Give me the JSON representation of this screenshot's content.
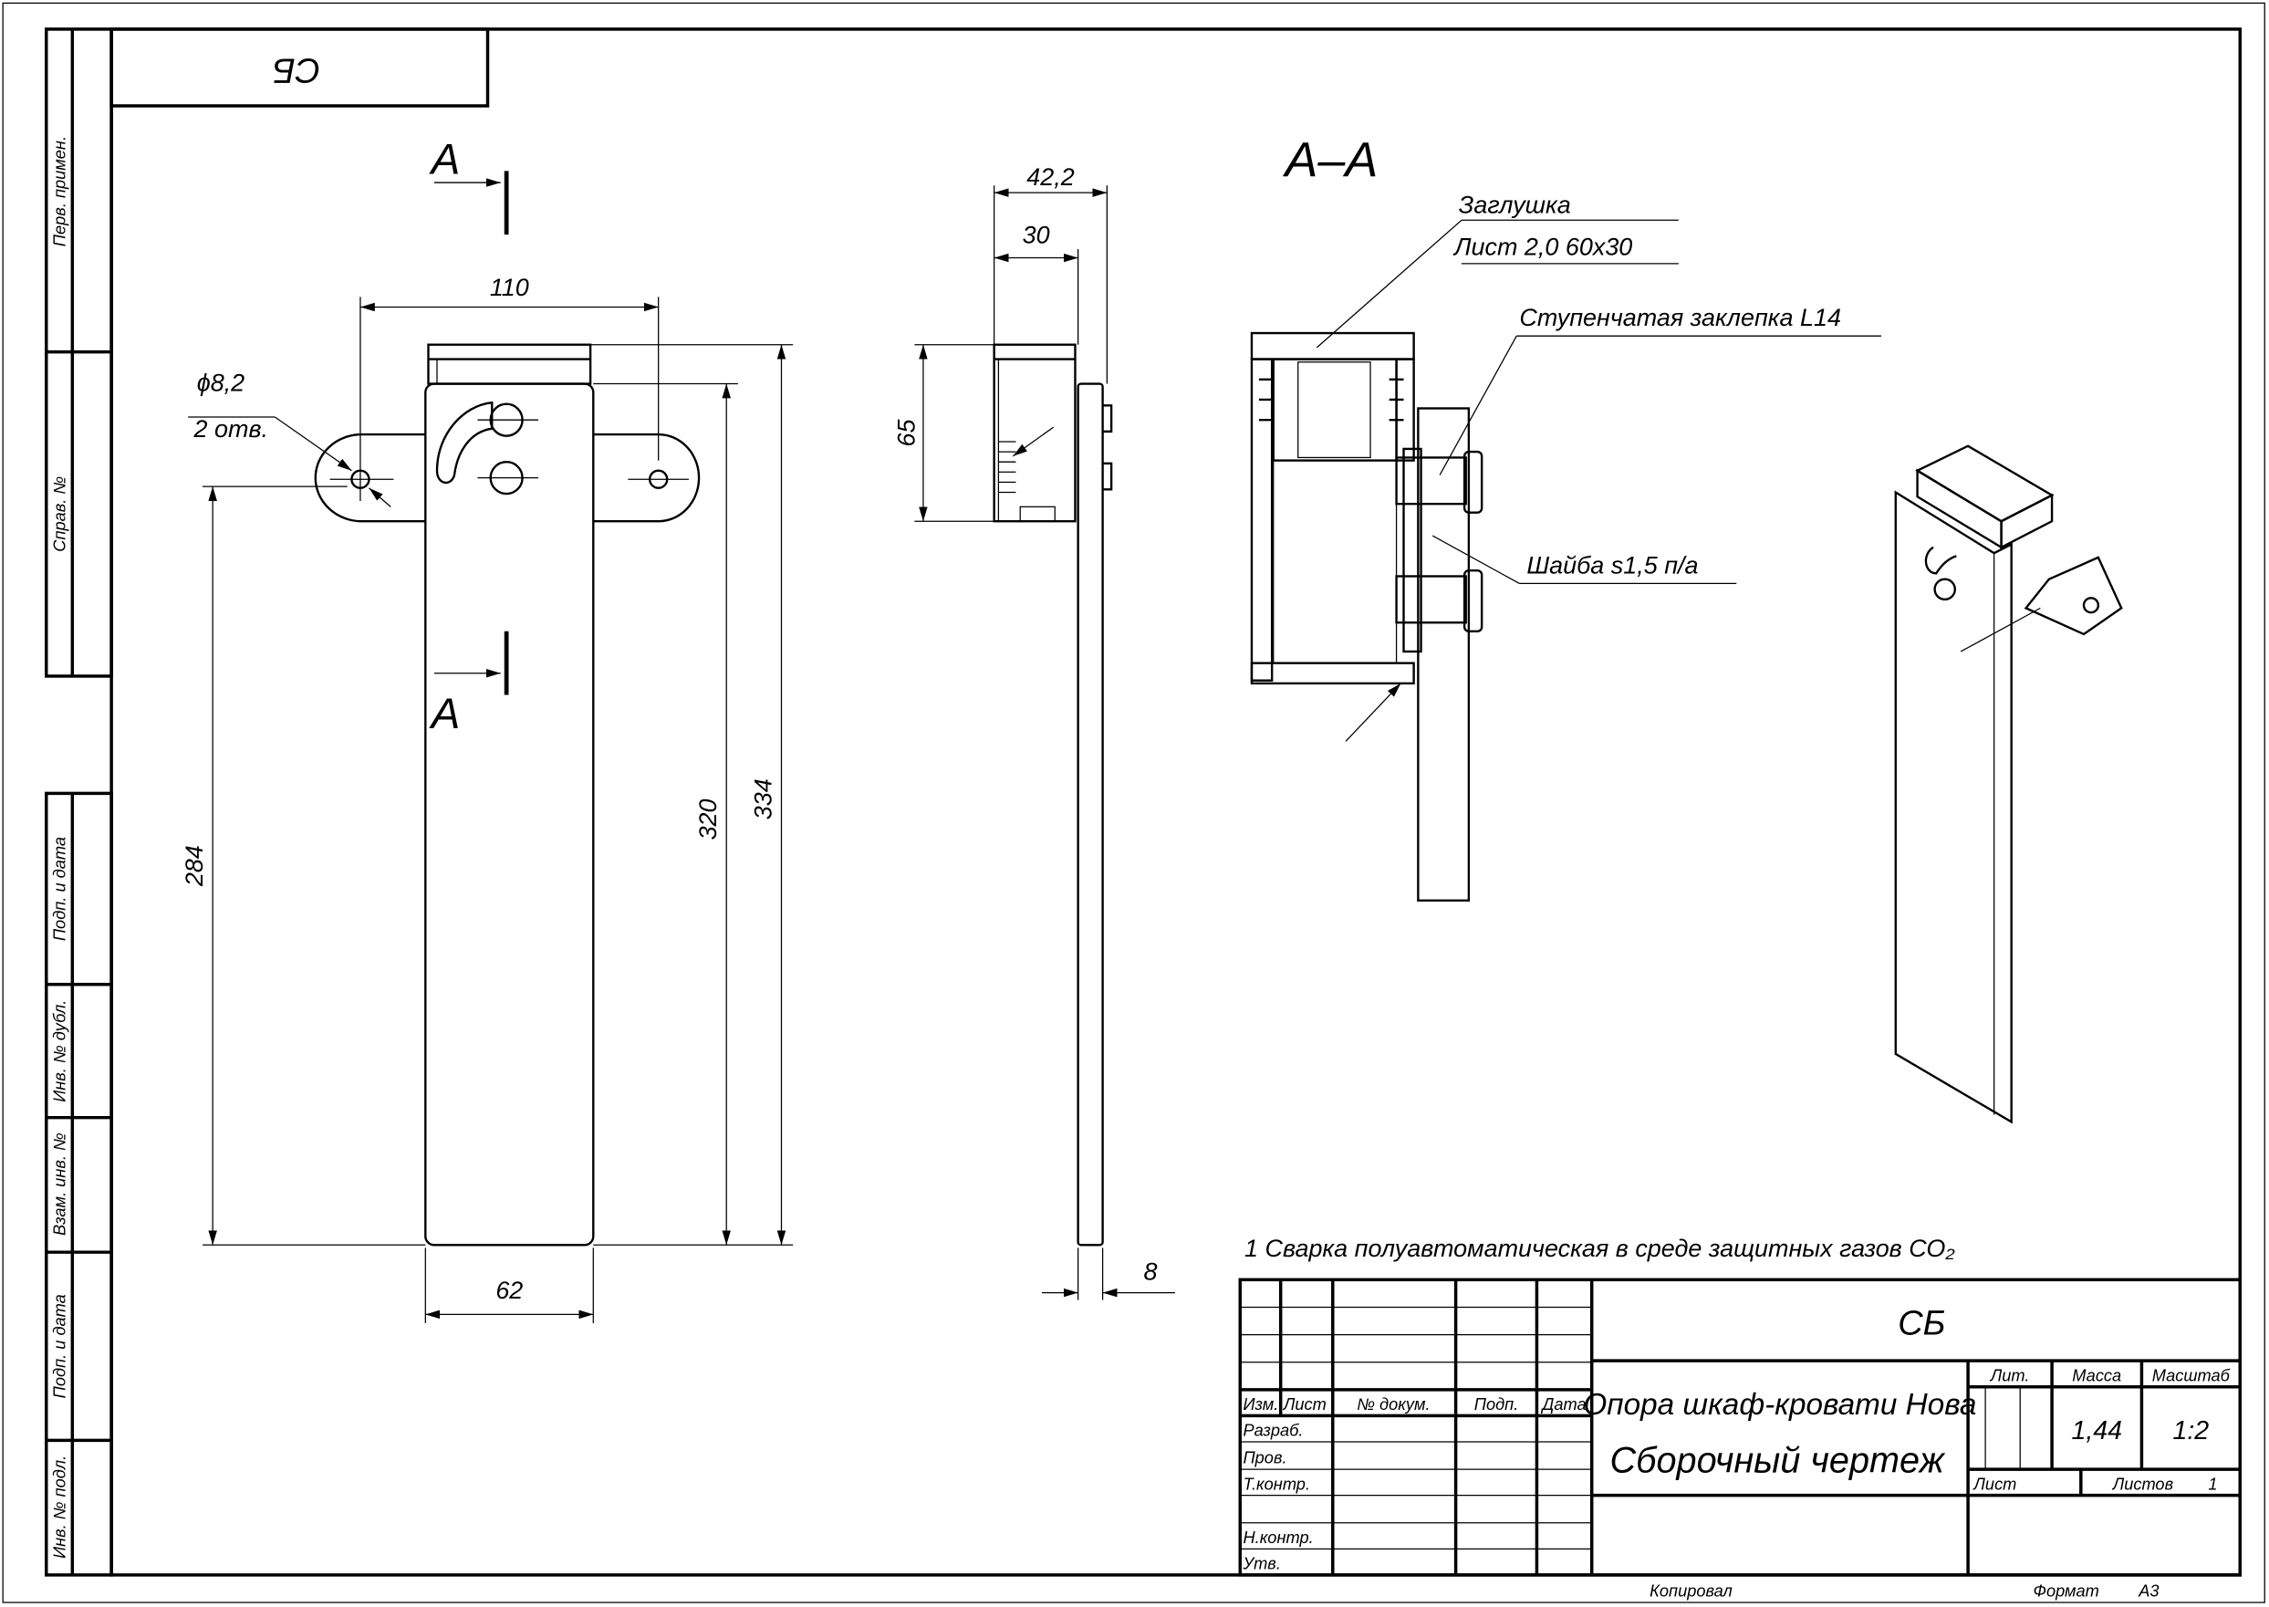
{
  "stamp": {
    "top_box": "СБ",
    "left_labels": [
      "Перв. примен.",
      "Справ. №",
      "Подп. и дата",
      "Инв. № дубл.",
      "Взам. инв. №",
      "Подп. и дата",
      "Инв. № подл."
    ]
  },
  "views": {
    "section_mark": "А",
    "section_title": "А–А"
  },
  "dimensions": {
    "hole_dia": "ϕ8,2",
    "hole_count": "2 отв.",
    "width_110": "110",
    "width_62": "62",
    "height_284": "284",
    "height_320": "320",
    "height_334": "334",
    "depth_42": "42,2",
    "depth_30": "30",
    "height_65": "65",
    "thick_8": "8"
  },
  "callouts": {
    "plug_1": "Заглушка",
    "plug_2": "Лист 2,0 60х30",
    "rivet": "Ступенчатая заклепка L14",
    "washer": "Шайба s1,5 п/а"
  },
  "note": "1 Сварка полуавтоматическая в среде защитных газов СО₂",
  "title_block": {
    "doc_code": "СБ",
    "name_line1": "Опора шкаф-кровати Нова",
    "name_line2": "Сборочный чертеж",
    "col_headers": [
      "Изм.",
      "Лист",
      "№ докум.",
      "Подп.",
      "Дата"
    ],
    "rows": [
      "Разраб.",
      "Пров.",
      "Т.контр.",
      "Н.контр.",
      "Утв."
    ],
    "lit_label": "Лит.",
    "mass_label": "Масса",
    "scale_label": "Масштаб",
    "mass": "1,44",
    "scale": "1:2",
    "sheet_label": "Лист",
    "sheets_label": "Листов",
    "sheets": "1",
    "copied": "Копировал",
    "format_label": "Формат",
    "format": "А3"
  }
}
